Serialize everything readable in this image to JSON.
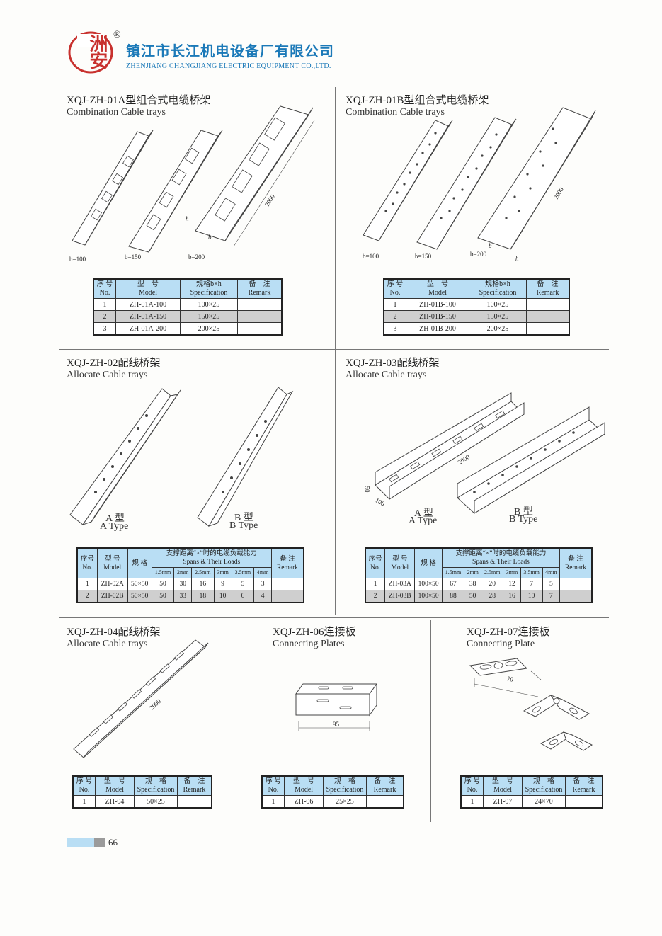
{
  "header": {
    "company_cn": "镇江市长江机电设备厂有限公司",
    "company_en": "ZHENJIANG CHANGJIANG ELECTRIC EQUIPMENT CO.,LTD.",
    "registered": "®",
    "logo_text": "洲安"
  },
  "colors": {
    "brand": "#1b79b8",
    "logo": "#c8312e",
    "table_header": "#b9def4",
    "shaded_row": "#cfcfcf"
  },
  "p1": {
    "title": "XQJ-ZH-01A型组合式电缆桥架",
    "subtitle": "Combination Cable trays",
    "labels": {
      "b100": "b=100",
      "b150": "b=150",
      "b200": "b=200",
      "len": "2000",
      "h": "h",
      "b": "b"
    },
    "headers": [
      [
        "序 号",
        "No."
      ],
      [
        "型　号",
        "Model"
      ],
      [
        "规格b×h",
        "Specification"
      ],
      [
        "备　注",
        "Remark"
      ]
    ],
    "rows": [
      [
        "1",
        "ZH-01A-100",
        "100×25",
        ""
      ],
      [
        "2",
        "ZH-01A-150",
        "150×25",
        ""
      ],
      [
        "3",
        "ZH-01A-200",
        "200×25",
        ""
      ]
    ]
  },
  "p2": {
    "title": "XQJ-ZH-01B型组合式电缆桥架",
    "subtitle": "Combination Cable trays",
    "labels": {
      "b100": "b=100",
      "b150": "b=150",
      "b200": "b=200",
      "len": "2000",
      "h": "h",
      "b": "b"
    },
    "headers": [
      [
        "序 号",
        "No."
      ],
      [
        "型　号",
        "Model"
      ],
      [
        "规格b×h",
        "Specification"
      ],
      [
        "备　注",
        "Remark"
      ]
    ],
    "rows": [
      [
        "1",
        "ZH-01B-100",
        "100×25",
        ""
      ],
      [
        "2",
        "ZH-01B-150",
        "150×25",
        ""
      ],
      [
        "3",
        "ZH-01B-200",
        "200×25",
        ""
      ]
    ]
  },
  "p3": {
    "title": "XQJ-ZH-02配线桥架",
    "subtitle": "Allocate Cable trays",
    "a_cn": "A 型",
    "a_en": "A Type",
    "b_cn": "B 型",
    "b_en": "B Type",
    "h_no": "序号",
    "h_no_en": "No.",
    "h_model": "型 号",
    "h_model_en": "Model",
    "h_spec": "规 格",
    "h_span": "支撑距离“×”时的电缆负载能力",
    "h_span_en": "Spans & Their Loads",
    "h_remark": "备 注",
    "h_remark_en": "Remark",
    "spans": [
      "1.5mm",
      "2mm",
      "2.5mm",
      "3mm",
      "3.5mm",
      "4mm"
    ],
    "rows": [
      [
        "1",
        "ZH-02A",
        "50×50",
        "50",
        "30",
        "16",
        "9",
        "5",
        "3",
        ""
      ],
      [
        "2",
        "ZH-02B",
        "50×50",
        "50",
        "33",
        "18",
        "10",
        "6",
        "4",
        ""
      ]
    ]
  },
  "p4": {
    "title": "XQJ-ZH-03配线桥架",
    "subtitle": "Allocate Cable trays",
    "a_cn": "A 型",
    "a_en": "A Type",
    "b_cn": "B 型",
    "b_en": "B Type",
    "dims": {
      "len": "2000",
      "w": "100",
      "h": "50"
    },
    "h_no": "序号",
    "h_no_en": "No.",
    "h_model": "型 号",
    "h_model_en": "Model",
    "h_spec": "规 格",
    "h_span": "支撑距离“×”时的电缆负载能力",
    "h_span_en": "Spans & Their Loads",
    "h_remark": "备 注",
    "h_remark_en": "Remark",
    "spans": [
      "1.5mm",
      "2mm",
      "2.5mm",
      "3mm",
      "3.5mm",
      "4mm"
    ],
    "rows": [
      [
        "1",
        "ZH-03A",
        "100×50",
        "67",
        "38",
        "20",
        "12",
        "7",
        "5",
        ""
      ],
      [
        "2",
        "ZH-03B",
        "100×50",
        "88",
        "50",
        "28",
        "16",
        "10",
        "7",
        ""
      ]
    ]
  },
  "p5": {
    "title": "XQJ-ZH-04配线桥架",
    "subtitle": "Allocate Cable trays",
    "len": "2000",
    "headers": [
      [
        "序 号",
        "No."
      ],
      [
        "型　号",
        "Model"
      ],
      [
        "规　格",
        "Specification"
      ],
      [
        "备　注",
        "Remark"
      ]
    ],
    "rows": [
      [
        "1",
        "ZH-04",
        "50×25",
        ""
      ]
    ]
  },
  "p6": {
    "title": "XQJ-ZH-06连接板",
    "subtitle": "Connecting Plates",
    "dim": "95",
    "headers": [
      [
        "序 号",
        "No."
      ],
      [
        "型　号",
        "Model"
      ],
      [
        "规　格",
        "Specification"
      ],
      [
        "备　注",
        "Remark"
      ]
    ],
    "rows": [
      [
        "1",
        "ZH-06",
        "25×25",
        ""
      ]
    ]
  },
  "p7": {
    "title": "XQJ-ZH-07连接板",
    "subtitle": "Connecting  Plate",
    "dim": "70",
    "headers": [
      [
        "序 号",
        "No."
      ],
      [
        "型　号",
        "Model"
      ],
      [
        "规　格",
        "Specification"
      ],
      [
        "备　注",
        "Remark"
      ]
    ],
    "rows": [
      [
        "1",
        "ZH-07",
        "24×70",
        ""
      ]
    ]
  },
  "footer": {
    "page": "66"
  }
}
